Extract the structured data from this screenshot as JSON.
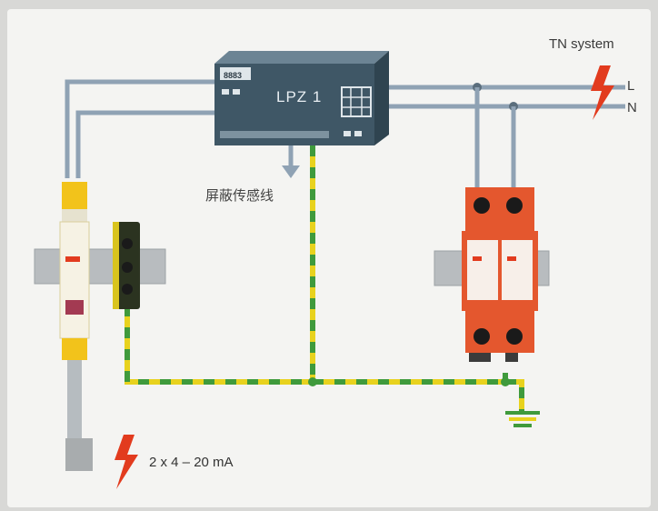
{
  "labels": {
    "system": "TN system",
    "line_l": "L",
    "line_n": "N",
    "monitor": "LPZ 1",
    "monitor_display": "8883",
    "sensor_line": "屏蔽传感线",
    "current_loop": "2 x 4 – 20 mA"
  },
  "colors": {
    "background": "#d8d8d6",
    "panel": "#f4f4f2",
    "wire": "#8fa2b4",
    "monitor_box": "#3f5766",
    "spd_module": "#e4572e",
    "signal_protector": "#f2c31b",
    "earth_yellow": "#e8d21e",
    "earth_green": "#3f9a3c",
    "lightning": "#e23b1e",
    "din_rail": "#b8bcbf"
  },
  "icons": [
    "lightning-bolt-icon",
    "earth-ground-icon",
    "arrow-down-icon"
  ]
}
